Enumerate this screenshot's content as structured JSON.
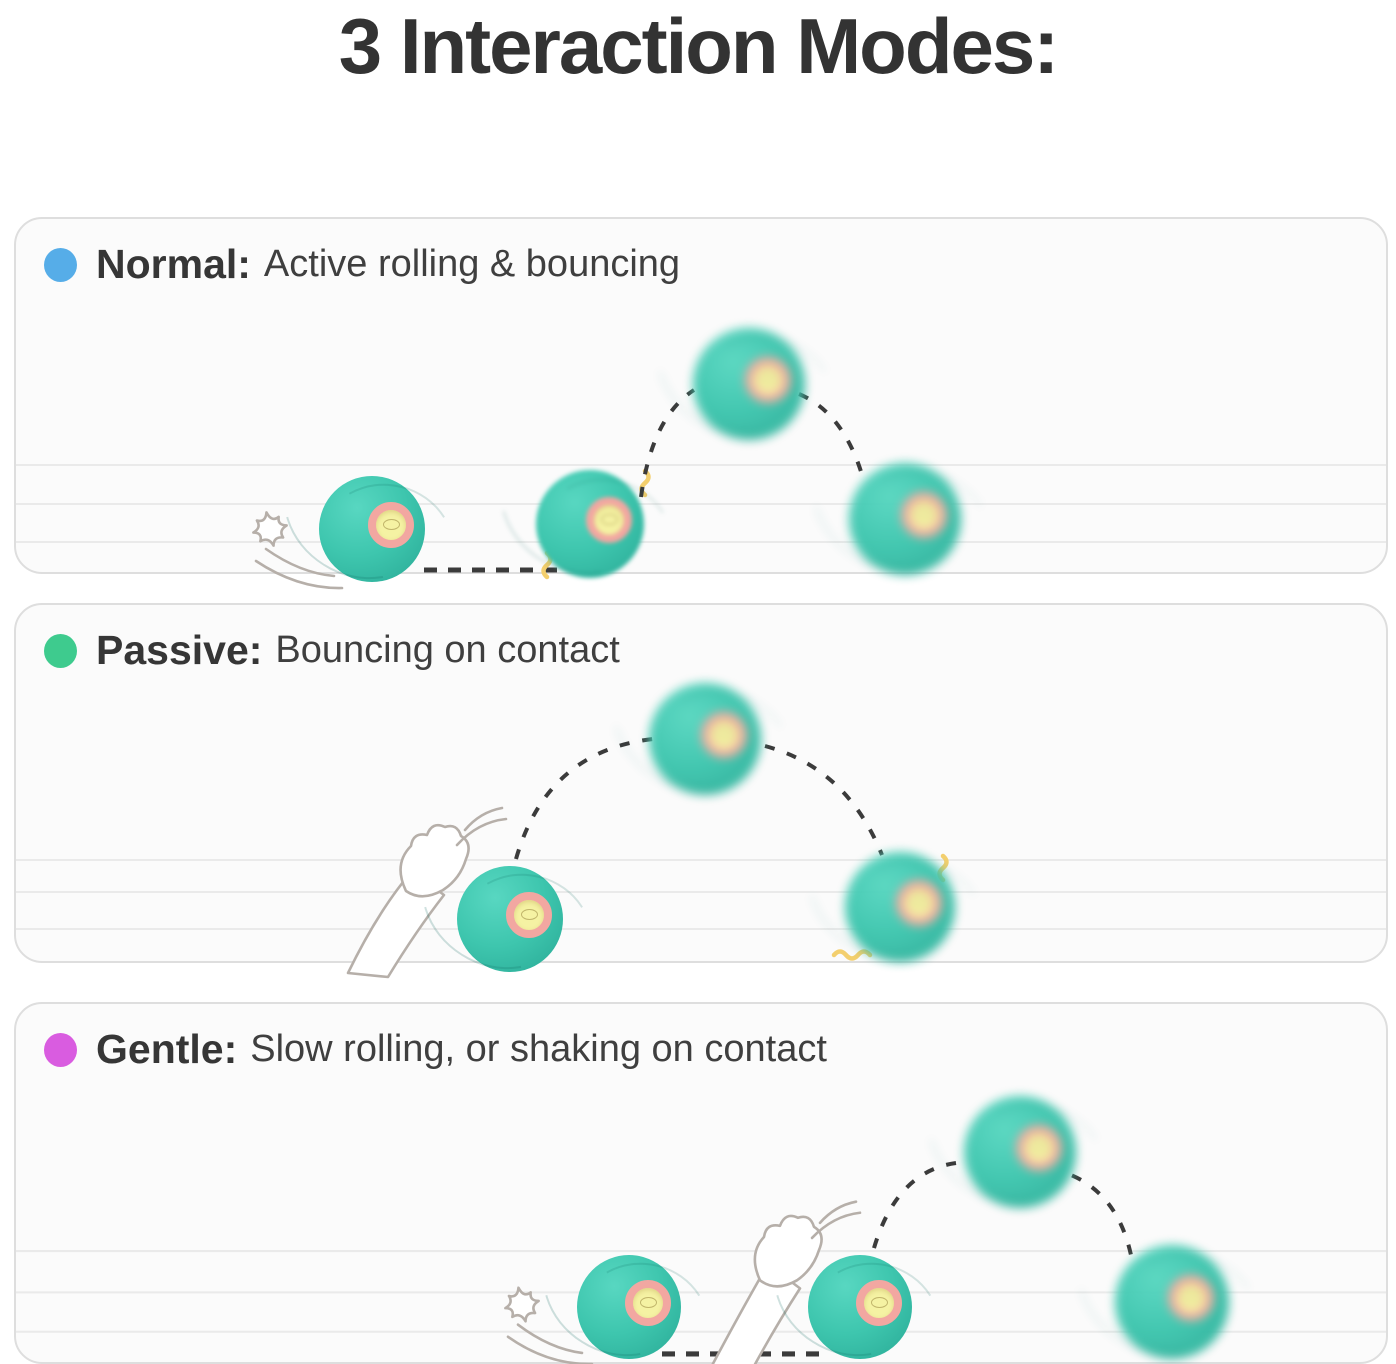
{
  "title": "3 Interaction Modes:",
  "modes": [
    {
      "name": "Normal",
      "label": "Normal:",
      "description": "Active rolling & bouncing",
      "dot_color": "#56ade8"
    },
    {
      "name": "Passive",
      "label": "Passive:",
      "description": "Bouncing on contact",
      "dot_color": "#3ecb8e"
    },
    {
      "name": "Gentle",
      "label": "Gentle:",
      "description": "Slow rolling, or shaking on contact",
      "dot_color": "#d95ce0"
    }
  ],
  "colors": {
    "title_text": "#333333",
    "label_text": "#363636",
    "description_text": "#3f3f3f",
    "panel_bg": "#fbfbfb",
    "panel_border": "#dedede",
    "floor_line": "#eaeaea",
    "trajectory": "#3b3b3b",
    "squiggle": "#f3cf6e",
    "paw_stroke": "#b6afa9",
    "ball_teal": "#3ec6ae",
    "ball_teal_light": "#58d7c1",
    "ball_teal_dark": "#29a995",
    "eye_ring": "#f2a7a1",
    "eye_center": "#f5f2a3",
    "page_bg": "#ffffff"
  }
}
